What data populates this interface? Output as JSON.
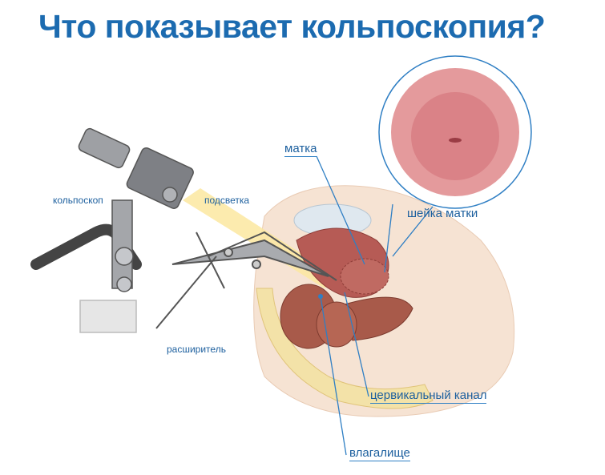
{
  "title": "Что показывает кольпоскопия?",
  "labels": {
    "colposcope": "кольпоскоп",
    "illumination": "подсветка",
    "speculum": "расширитель",
    "uterus": "матка",
    "cervix": "шейка матки",
    "cervical_canal": "цервикальный канал",
    "vagina": "влагалище"
  },
  "colors": {
    "title": "#1c6bb0",
    "label": "#1c5f9e",
    "leader": "#2f7fc4"
  }
}
